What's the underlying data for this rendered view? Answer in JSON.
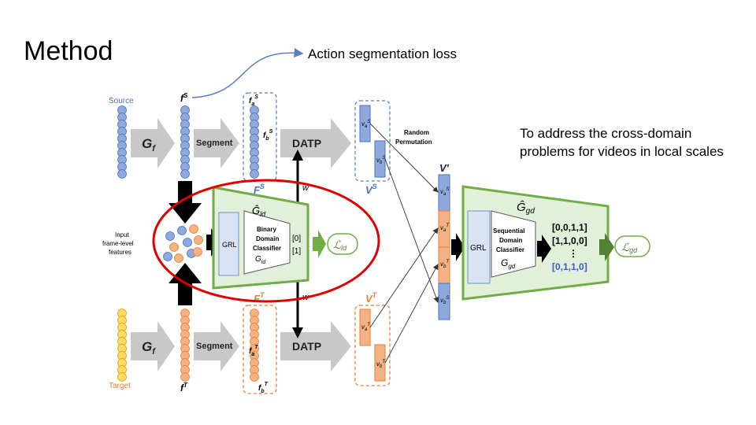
{
  "slide": {
    "title": "Method",
    "loss_label": "Action segmentation loss",
    "note_line1": "To address the cross-domain",
    "note_line2": "problems for videos in local scales"
  },
  "colors": {
    "source": "#8fa9dc",
    "target": "#f4b183",
    "target_ball": "#ffd966",
    "green": "#548235",
    "green_fill": "#e2f0d9",
    "red_ellipse": "#e00000",
    "highlight_blue": "#2f5fd0"
  },
  "diagram": {
    "source_label": "Source",
    "target_label": "Target",
    "input_label_1": "Input",
    "input_label_2": "frame-level",
    "input_label_3": "features",
    "gf": "G",
    "gf_sub": "f",
    "segment": "Segment",
    "datp": "DATP",
    "fs": "f",
    "fs_sup": "S",
    "ft": "f",
    "ft_sup": "T",
    "fas": "f",
    "fas_sub": "a",
    "fas_sup": "S",
    "fbs": "f",
    "fbs_sub": "b",
    "fbs_sup": "S",
    "fat": "f",
    "fat_sub": "a",
    "fat_sup": "T",
    "fbt": "f",
    "fbt_sub": "b",
    "fbt_sup": "T",
    "FS": "F",
    "FS_sup": "S",
    "FT": "F",
    "FT_sup": "T",
    "VS": "V",
    "VS_sup": "S",
    "VT": "V",
    "VT_sup": "T",
    "Vprime": "V'",
    "w": "w",
    "vas": "v",
    "vas_sub": "a",
    "vas_sup": "S",
    "vbs": "v",
    "vbs_sub": "b",
    "vbs_sup": "S",
    "vat": "v",
    "vat_sub": "a",
    "vat_sup": "T",
    "vbt": "v",
    "vbt_sub": "b",
    "vbt_sup": "T",
    "random_1": "Random",
    "random_2": "Permutation",
    "grl": "GRL",
    "ld_hat": "Ĝ",
    "ld_sub": "ld",
    "ld_cls_1": "Binary",
    "ld_cls_2": "Domain",
    "ld_cls_3": "Classifier",
    "ld_g": "G",
    "ld_g_sub": "ld",
    "ld_out_0": "[0]",
    "ld_out_1": "[1]",
    "loss_ld": "ℒ",
    "loss_ld_sub": "ld",
    "gd_hat": "Ĝ",
    "gd_sub": "gd",
    "gd_cls_1": "Sequential",
    "gd_cls_2": "Domain",
    "gd_cls_3": "Classifier",
    "gd_g": "G",
    "gd_g_sub": "gd",
    "gd_out_1": "[0,0,1,1]",
    "gd_out_2": "[1,1,0,0]",
    "gd_dots": "⋮",
    "gd_out_3": "[0,1,1,0]",
    "loss_gd": "ℒ",
    "loss_gd_sub": "gd"
  }
}
